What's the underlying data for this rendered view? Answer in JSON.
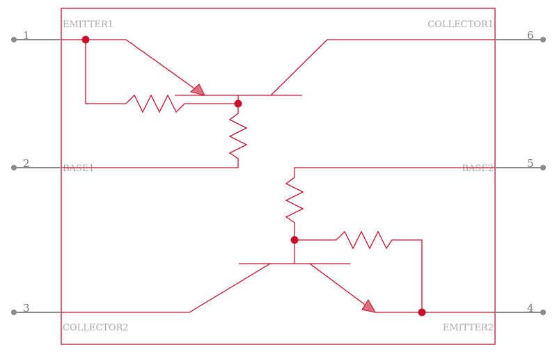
{
  "component": {
    "outline_color": "#c8102e",
    "pin_color": "#8a8a8a",
    "pins": {
      "p1": {
        "number": "1",
        "name": "EMITTER1"
      },
      "p2": {
        "number": "2",
        "name": "BASE1"
      },
      "p3": {
        "number": "3",
        "name": "COLLECTOR2"
      },
      "p4": {
        "number": "4",
        "name": "EMITTER2"
      },
      "p5": {
        "number": "5",
        "name": "BASE2"
      },
      "p6": {
        "number": "6",
        "name": "COLLECTOR1"
      }
    }
  }
}
